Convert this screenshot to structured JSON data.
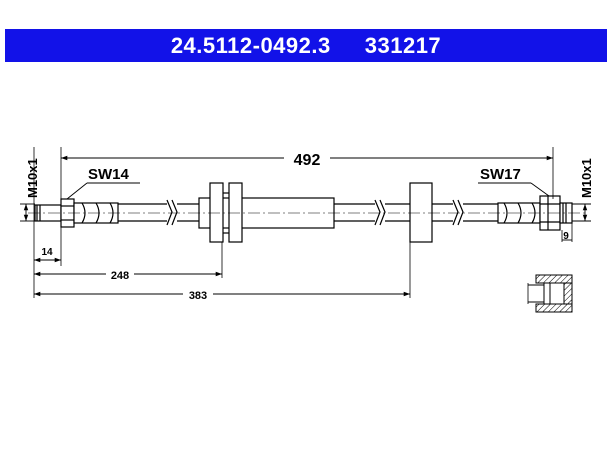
{
  "header": {
    "part_number": "24.5112-0492.3",
    "ref_number": "331217",
    "bg_color": "#1212e8"
  },
  "drawing": {
    "thread_left": "M10x1",
    "thread_right": "M10x1",
    "wrench_left": "SW14",
    "wrench_right": "SW17",
    "dim_total": "492",
    "dim_end_left": "14",
    "dim_end_right": "9",
    "dim_mid": "248",
    "dim_clip": "383"
  }
}
